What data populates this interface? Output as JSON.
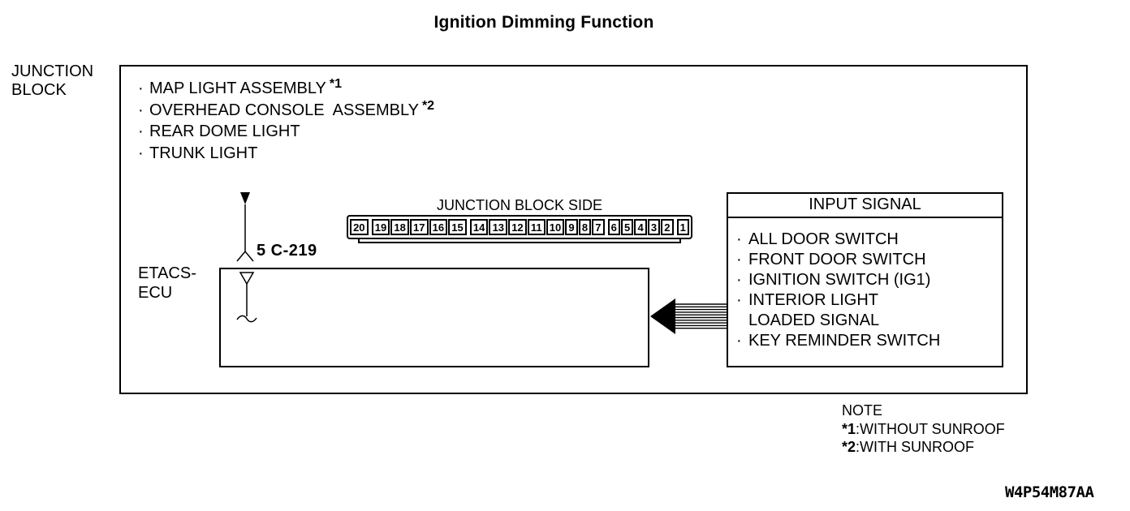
{
  "title": "Ignition Dimming Function",
  "junction_block": {
    "label_lines": [
      "JUNCTION",
      "BLOCK"
    ],
    "loads": [
      {
        "bullet": "·",
        "text": "MAP LIGHT ASSEMBLY",
        "note_ref": "*1"
      },
      {
        "bullet": "·",
        "text": "OVERHEAD CONSOLE  ASSEMBLY",
        "note_ref": "*2"
      },
      {
        "bullet": "·",
        "text": "REAR DOME LIGHT",
        "note_ref": ""
      },
      {
        "bullet": "·",
        "text": "TRUNK LIGHT",
        "note_ref": ""
      }
    ]
  },
  "connector": {
    "label": "5 C-219",
    "side_label": "JUNCTION BLOCK SIDE",
    "pins": [
      "20",
      "19",
      "18",
      "17",
      "16",
      "15",
      "14",
      "13",
      "12",
      "11",
      "10",
      "9",
      "8",
      "7",
      "6",
      "5",
      "4",
      "3",
      "2",
      "1"
    ]
  },
  "etacs": {
    "label_lines": [
      "ETACS-",
      "ECU"
    ]
  },
  "input_signal": {
    "title": "INPUT SIGNAL",
    "items": [
      {
        "bullet": "·",
        "text": "ALL DOOR SWITCH"
      },
      {
        "bullet": "·",
        "text": "FRONT DOOR SWITCH"
      },
      {
        "bullet": "·",
        "text": "IGNITION SWITCH (IG1)"
      },
      {
        "bullet": "·",
        "text": "INTERIOR LIGHT"
      },
      {
        "bullet": "",
        "text": "LOADED SIGNAL"
      },
      {
        "bullet": "·",
        "text": "KEY REMINDER SWITCH"
      }
    ]
  },
  "note": {
    "title": "NOTE",
    "separator": ":",
    "items": [
      {
        "ref": "*1",
        "text": "WITHOUT SUNROOF"
      },
      {
        "ref": "*2",
        "text": "WITH SUNROOF"
      }
    ]
  },
  "doc_code": "W4P54M87AA",
  "colors": {
    "ink": "#000000",
    "paper": "#ffffff"
  }
}
